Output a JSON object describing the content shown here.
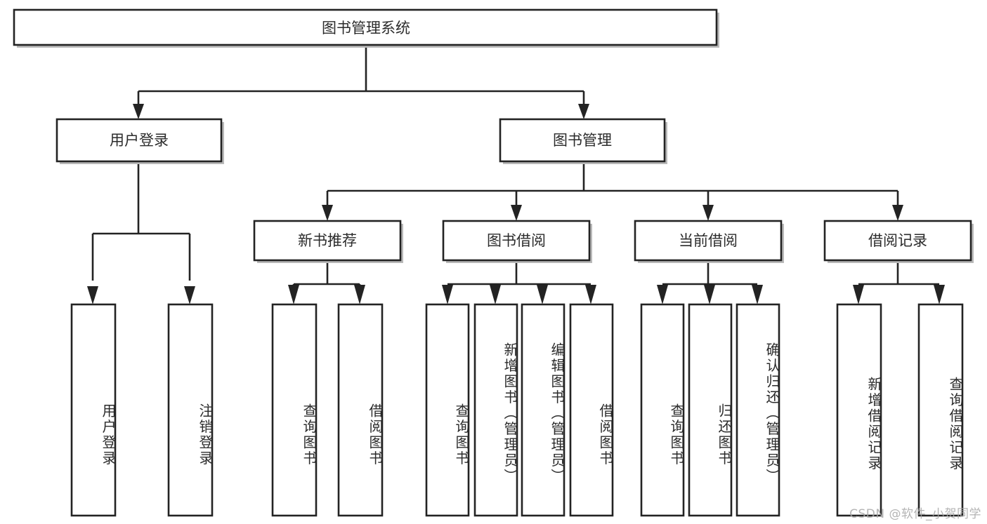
{
  "diagram": {
    "title": "图书管理系统",
    "type": "tree-hierarchy",
    "watermark": "CSDN @软件_小贺同学",
    "colors": {
      "stroke": "#232323",
      "fill": "#ffffff",
      "text": "#2b2b2b",
      "shadow": "#b9b9b9",
      "watermark": "#a8a8a8"
    },
    "root": {
      "label": "图书管理系统"
    },
    "level2": [
      {
        "label": "用户登录"
      },
      {
        "label": "图书管理"
      }
    ],
    "level3": [
      {
        "label": "新书推荐"
      },
      {
        "label": "图书借阅"
      },
      {
        "label": "当前借阅"
      },
      {
        "label": "借阅记录"
      }
    ],
    "leaves": {
      "user_login": [
        {
          "label": "用户登录"
        },
        {
          "label": "注销登录"
        }
      ],
      "new_book_recommend": [
        {
          "label": "查询图书"
        },
        {
          "label": "借阅图书"
        }
      ],
      "book_borrow": [
        {
          "label": "查询图书"
        },
        {
          "label": "新增图书（管理员）"
        },
        {
          "label": "编辑图书（管理员）"
        },
        {
          "label": "借阅图书"
        }
      ],
      "current_borrow": [
        {
          "label": "查询图书"
        },
        {
          "label": "归还图书"
        },
        {
          "label": "确认归还（管理员）"
        }
      ],
      "borrow_record": [
        {
          "label": "新增借阅记录"
        },
        {
          "label": "查询借阅记录"
        }
      ]
    }
  }
}
